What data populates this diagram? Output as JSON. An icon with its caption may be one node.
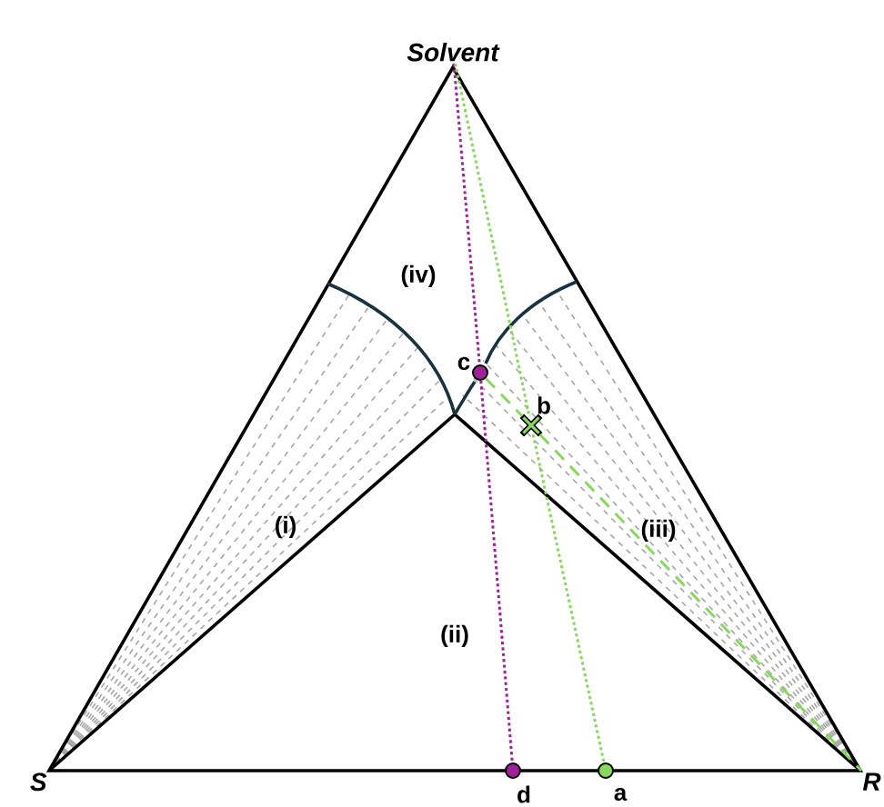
{
  "diagram": {
    "nodes": [
      {
        "text": [
          "Solvent"
        ]
      },
      {
        "text": [
          "S"
        ]
      },
      {
        "text": [
          "R"
        ]
      },
      {
        "text": [],
        "shape": "circle",
        "beside": [
          "c"
        ]
      },
      {
        "text": [],
        "shape": "cross",
        "beside": [
          "b"
        ]
      },
      {
        "text": [],
        "shape": "circle",
        "beside": [
          "d"
        ]
      },
      {
        "text": [],
        "shape": "circle",
        "beside": [
          "a"
        ]
      }
    ],
    "edges": [
      {
        "from": 0,
        "to": 3,
        "arrow": "none",
        "style": "dashed",
        "color": "#a0209a"
      },
      {
        "from": 3,
        "to": 5,
        "arrow": "none",
        "style": "dashed",
        "color": "#a0209a"
      },
      {
        "from": 0,
        "to": 4,
        "arrow": "none",
        "style": "dashed",
        "color": "#86d95a"
      },
      {
        "from": 4,
        "to": 6,
        "arrow": "none",
        "style": "dashed",
        "color": "#86d95a"
      },
      {
        "from": 3,
        "to": 4,
        "arrow": "none",
        "style": "dashed",
        "color": "#86d95a"
      },
      {
        "from": 4,
        "to": 2,
        "arrow": "none",
        "style": "dashed",
        "color": "#86d95a"
      }
    ],
    "labels": [
      "(iv)",
      "(i)",
      "(iii)",
      "(ii)"
    ]
  }
}
